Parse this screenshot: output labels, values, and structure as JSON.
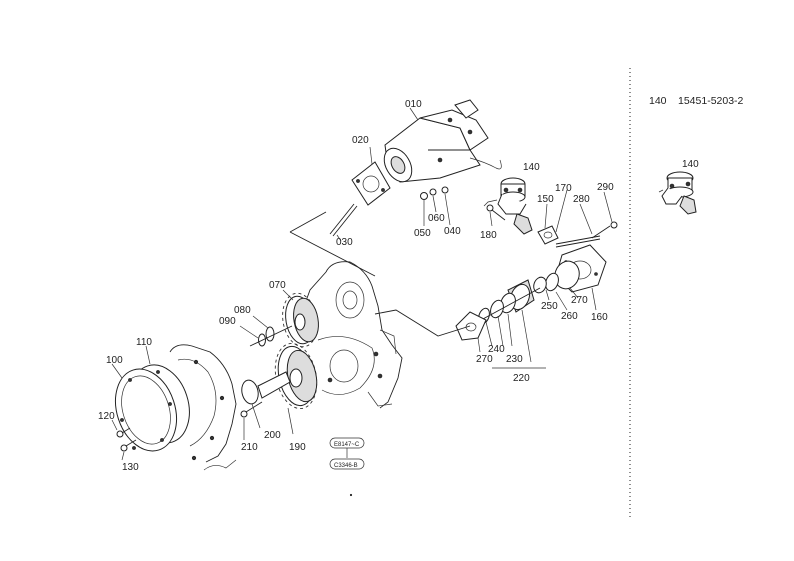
{
  "header": {
    "index": "140",
    "part_number": "15451-5203-2"
  },
  "callouts": {
    "c010": "010",
    "c020": "020",
    "c030": "030",
    "c040": "040",
    "c050": "050",
    "c060": "060",
    "c070": "070",
    "c080": "080",
    "c090": "090",
    "c100": "100",
    "c110": "110",
    "c120": "120",
    "c130": "130",
    "c140": "140",
    "c140b": "140",
    "c150": "150",
    "c160": "160",
    "c170": "170",
    "c180": "180",
    "c190": "190",
    "c200": "200",
    "c210": "210",
    "c220": "220",
    "c230": "230",
    "c240": "240",
    "c250": "250",
    "c260": "260",
    "c270a": "270",
    "c270b": "270",
    "c280": "280",
    "c290": "290"
  },
  "stamps": {
    "top": "E8147~C",
    "bottom": "C3346-B"
  }
}
